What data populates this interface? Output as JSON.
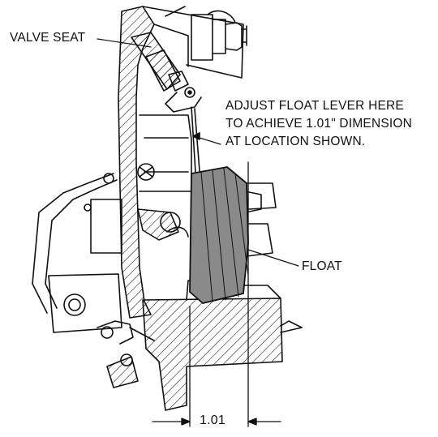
{
  "labels": {
    "valve_seat": "VALVE SEAT",
    "adjust_lines": [
      "ADJUST FLOAT LEVER HERE",
      "TO ACHIEVE 1.01\" DIMENSION",
      "AT LOCATION SHOWN."
    ],
    "float": "FLOAT",
    "dimension": "1.01"
  },
  "colors": {
    "ink": "#111111",
    "float_fill": "#8a8a8a",
    "background": "#ffffff"
  }
}
